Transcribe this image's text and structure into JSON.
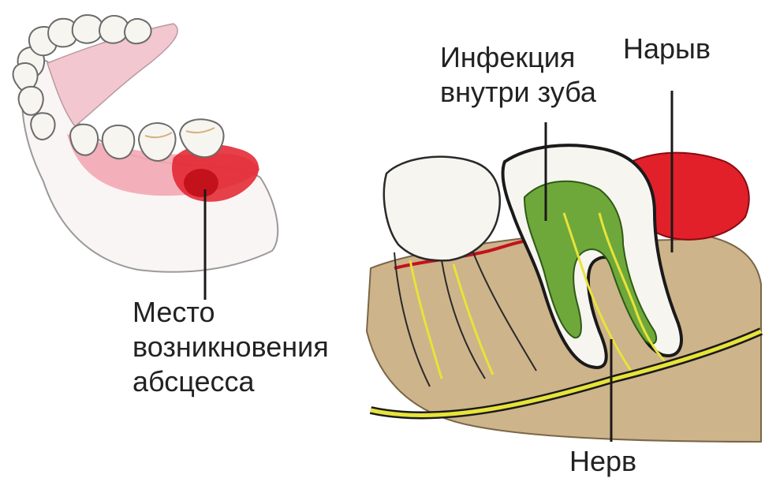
{
  "labels": {
    "abscess_site": [
      "Место",
      "возникновения",
      "абсцесса"
    ],
    "infection": [
      "Инфекция",
      "внутри зуба"
    ],
    "pus": "Нарыв",
    "nerve": "Нерв"
  },
  "colors": {
    "gum_pink": "#f5c6cf",
    "inflammation_red": "#e2202a",
    "infection_green": "#6fa83a",
    "bone_tan": "#cdb48a",
    "nerve_yellow": "#e8e33a",
    "tooth_white": "#f7f5f0",
    "outline": "#1a1a1a"
  }
}
